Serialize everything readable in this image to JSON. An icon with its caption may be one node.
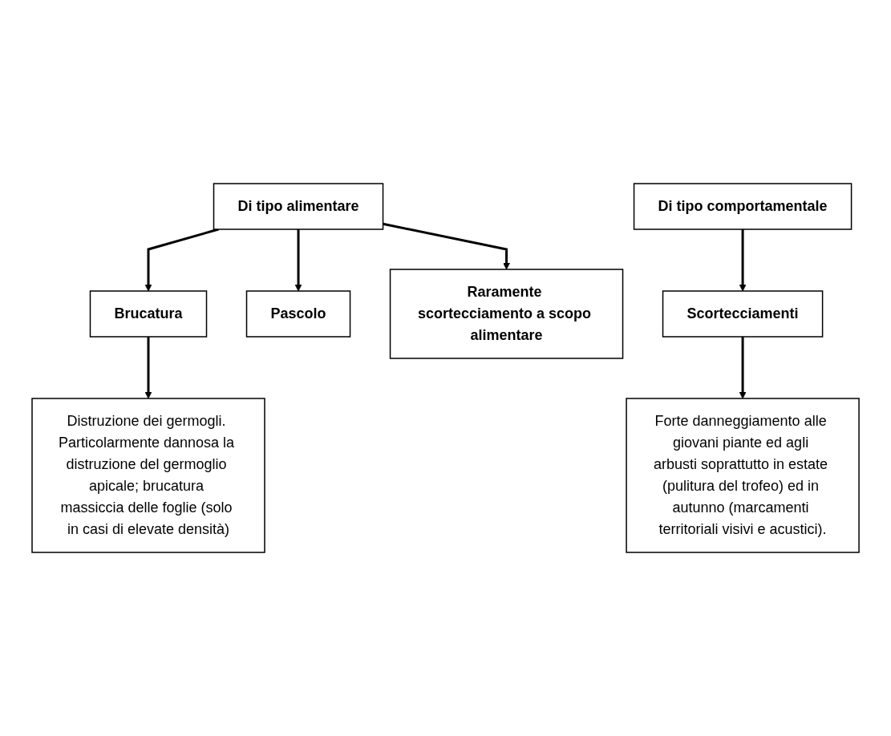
{
  "diagram": {
    "nodes": [
      {
        "text": [
          "Di tipo alimentare"
        ]
      },
      {
        "text": [
          "Brucatura"
        ]
      },
      {
        "text": [
          "Distruzione dei germogli. Particolarmente dannosa la distruzione del germoglio apicale; brucatura massiccia delle foglie (solo in casi di elevate densità)"
        ]
      },
      {
        "text": [
          "Pascolo"
        ]
      },
      {
        "text": [
          "Raramente scortecciamento a scopo alimentare"
        ]
      },
      {
        "text": [
          "Di tipo comportamentale"
        ]
      },
      {
        "text": [
          "Scortecciamenti"
        ]
      },
      {
        "text": [
          "Forte danneggiamento alle giovani piante ed agli arbusti soprattutto in estate (pulitura del trofeo) ed in autunno (marcamenti territoriali visivi e acustici)."
        ]
      }
    ],
    "edges": [
      {
        "from": 0,
        "to": 1,
        "arrow": "to"
      },
      {
        "from": 1,
        "to": 2,
        "arrow": "to"
      },
      {
        "from": 0,
        "to": 3,
        "arrow": "to"
      },
      {
        "from": 0,
        "to": 4,
        "arrow": "to"
      },
      {
        "from": 5,
        "to": 6,
        "arrow": "to"
      },
      {
        "from": 6,
        "to": 7,
        "arrow": "to"
      }
    ]
  }
}
